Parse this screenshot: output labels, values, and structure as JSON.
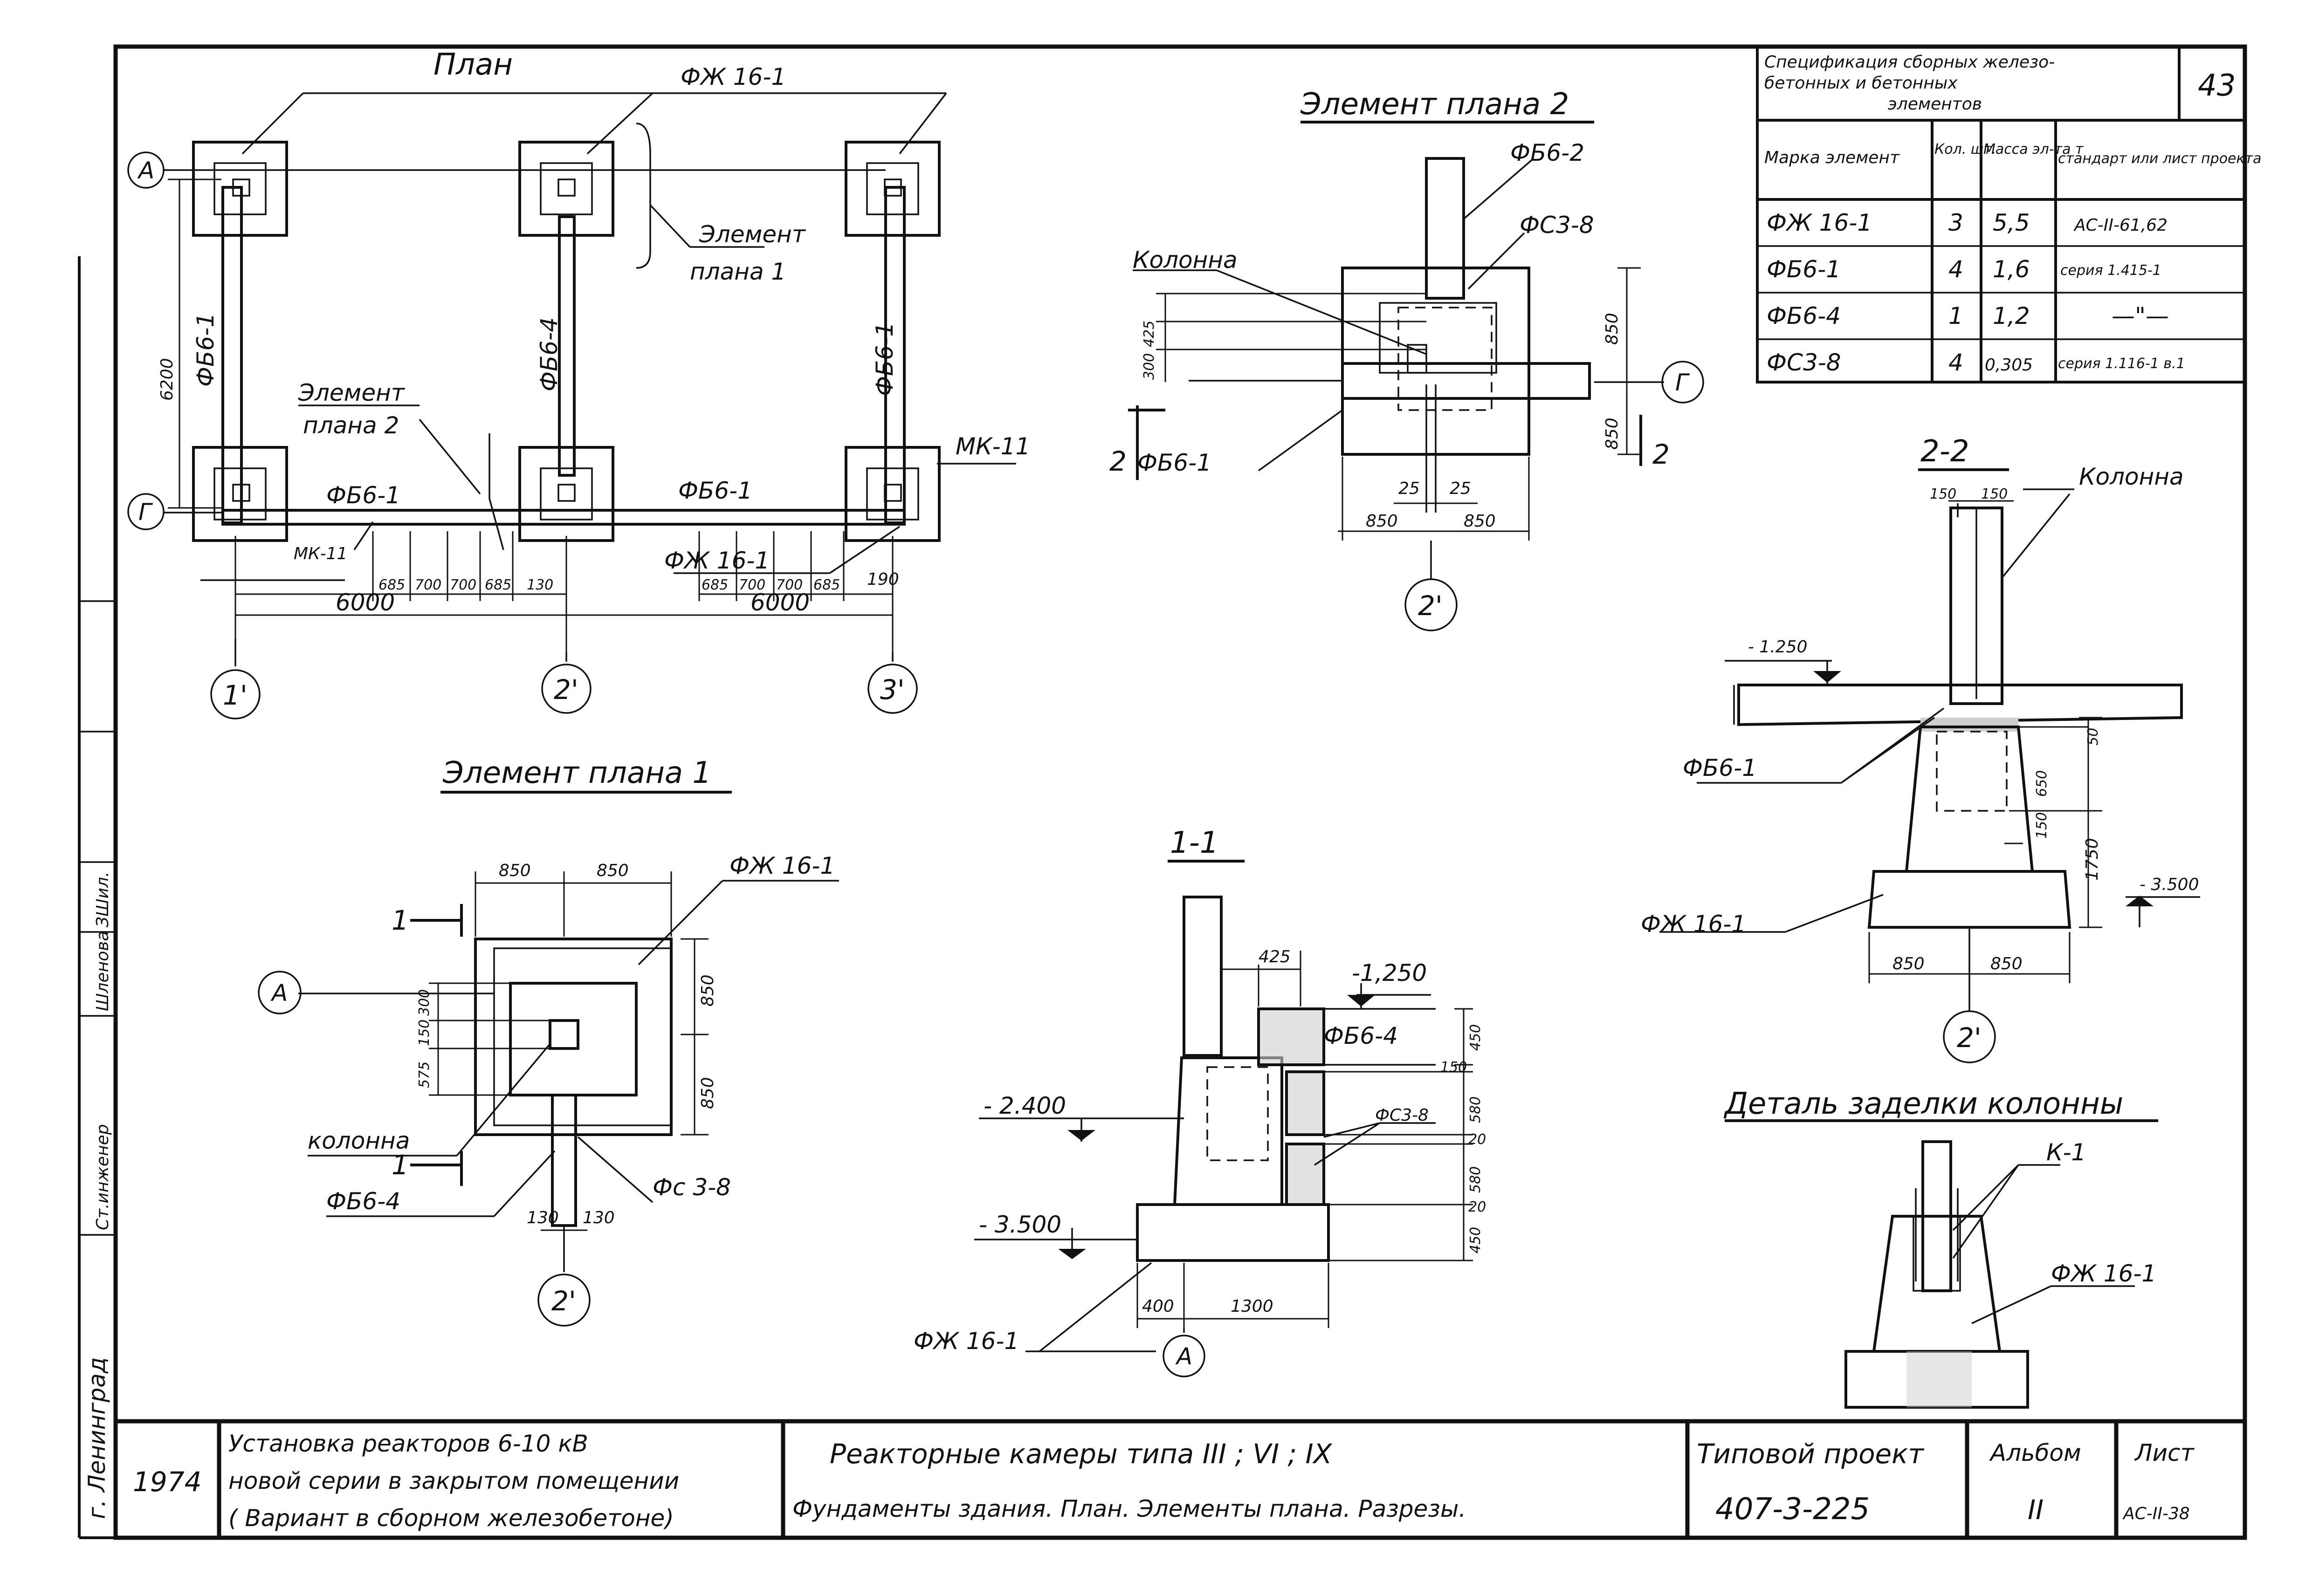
{
  "plan": {
    "title": "План",
    "beam_top": "ФЖ 16-1",
    "element1_ref": "Элемент",
    "element1_ref2": "плана 1",
    "element2_ref": "Элемент",
    "element2_ref2": "плана 2",
    "beam_left": "ФБ6-1",
    "beam_mid": "ФБ6-4",
    "beam_right": "ФБ6-1",
    "beam_bottom_left": "ФБ6-1",
    "beam_bottom_right": "ФБ6-1",
    "mk_left": "МК-11",
    "mk_right": "МК-11",
    "found_bottom": "ФЖ 16-1",
    "dim_height": "6200",
    "dim_span_left": "6000",
    "dim_span_right": "6000",
    "dims_left": [
      "685",
      "700",
      "700",
      "685",
      "130"
    ],
    "dims_right": [
      "685",
      "700",
      "700",
      "685",
      "190"
    ],
    "axis_a": "А",
    "axis_g": "Г",
    "axis_1": "1'",
    "axis_2": "2'",
    "axis_3": "3'"
  },
  "el2": {
    "title": "Элемент плана 2",
    "fb62": "ФБ6-2",
    "fs38": "ФС3-8",
    "column": "Колонна",
    "fb61": "ФБ6-1",
    "d425": "425",
    "d300": "300",
    "d850a": "850",
    "d850b": "850",
    "d25a": "25",
    "d25b": "25",
    "d850c": "850",
    "d850d": "850",
    "section": "2",
    "axis_g": "Г",
    "axis_2": "2'"
  },
  "spec": {
    "title_line1": "Спецификация сборных железо-",
    "title_line2": "бетонных и бетонных",
    "title_line3": "элементов",
    "sheet_no": "43",
    "headers": [
      "Марка элемент",
      "Кол. шт.",
      "Масса эл-та т",
      "стандарт или лист проекта"
    ],
    "rows": [
      [
        "ФЖ 16-1",
        "3",
        "5,5",
        "АС-II-61,62"
      ],
      [
        "ФБ6-1",
        "4",
        "1,6",
        "серия 1.415-1"
      ],
      [
        "ФБ6-4",
        "1",
        "1,2",
        "—\"—"
      ],
      [
        "ФС3-8",
        "4",
        "0,305",
        "серия 1.116-1 в.1"
      ]
    ]
  },
  "el1": {
    "title": "Элемент плана 1",
    "d850a": "850",
    "d850b": "850",
    "fj": "ФЖ 16-1",
    "d300": "300",
    "d150": "150",
    "d575": "575",
    "d850r1": "850",
    "d850r2": "850",
    "column": "колонна",
    "fb64": "ФБ6-4",
    "fs38": "Фс 3-8",
    "d130a": "130",
    "d130b": "130",
    "cut": "1",
    "axis_a": "А",
    "axis_2": "2'"
  },
  "s11": {
    "title": "1-1",
    "d425": "425",
    "lvl1": "-1,250",
    "fb64": "ФБ6-4",
    "d450a": "450",
    "d150": "150",
    "fs38": "ФС3-8",
    "d580a": "580",
    "d20a": "20",
    "d580b": "580",
    "d20b": "20",
    "d450b": "450",
    "lvl2": "- 2.400",
    "lvl3": "- 3.500",
    "fj": "ФЖ 16-1",
    "d400": "400",
    "d1300": "1300",
    "axis_a": "А"
  },
  "s22": {
    "title": "2-2",
    "d150a": "150",
    "d150b": "150",
    "column": "Колонна",
    "lvl1": "- 1.250",
    "fb61": "ФБ6-1",
    "d50": "50",
    "d650": "650",
    "d150c": "150",
    "d1750": "1750",
    "lvl2": "- 3.500",
    "fj": "ФЖ 16-1",
    "d850a": "850",
    "d850b": "850",
    "axis_2": "2'"
  },
  "detail": {
    "title": "Деталь заделки колонны",
    "k1": "К-1",
    "fj": "ФЖ 16-1"
  },
  "left_strip": {
    "city": "г. Ленинград",
    "role": "Ст.инженер",
    "name": "Шленова",
    "sig": "ЗШил."
  },
  "title_block": {
    "year": "1974",
    "desc1": "Установка реакторов 6-10 кВ",
    "desc2": "новой серии в закрытом помещении",
    "desc3": "( Вариант в сборном железобетоне)",
    "main1": "Реакторные камеры типа  III ;  VI ;  IX",
    "main2": "Фундаменты здания. План. Элементы плана. Разрезы.",
    "proj_label": "Типовой проект",
    "proj_no": "407-3-225",
    "album_label": "Альбом",
    "album_no": "II",
    "sheet_label": "Лист",
    "sheet_no": "АС-II-38"
  }
}
